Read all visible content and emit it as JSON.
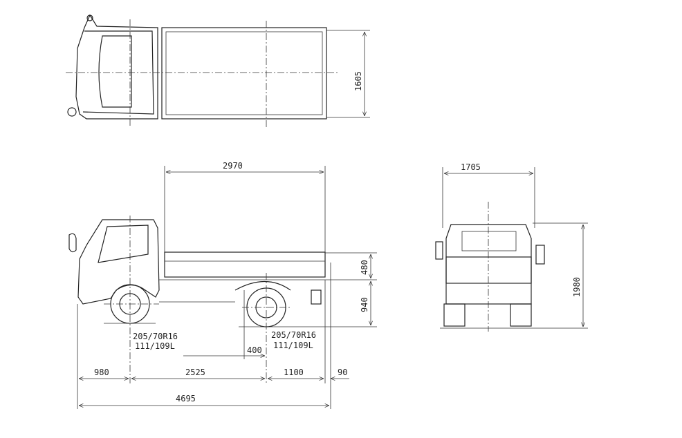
{
  "title": "Truck dimension drawing",
  "dimensions": {
    "top_width": "1605",
    "bed_length": "2970",
    "bed_height": "480",
    "frame_height": "940",
    "tire_front_size": "205/70R16",
    "tire_front_load": "111/109L",
    "tire_rear_size": "205/70R16",
    "tire_rear_load": "111/109L",
    "offset_400": "400",
    "front_overhang": "980",
    "wheelbase": "2525",
    "rear_overhang": "1100",
    "rear_extra": "90",
    "overall_length": "4695",
    "overall_width": "1705",
    "overall_height": "1980"
  }
}
